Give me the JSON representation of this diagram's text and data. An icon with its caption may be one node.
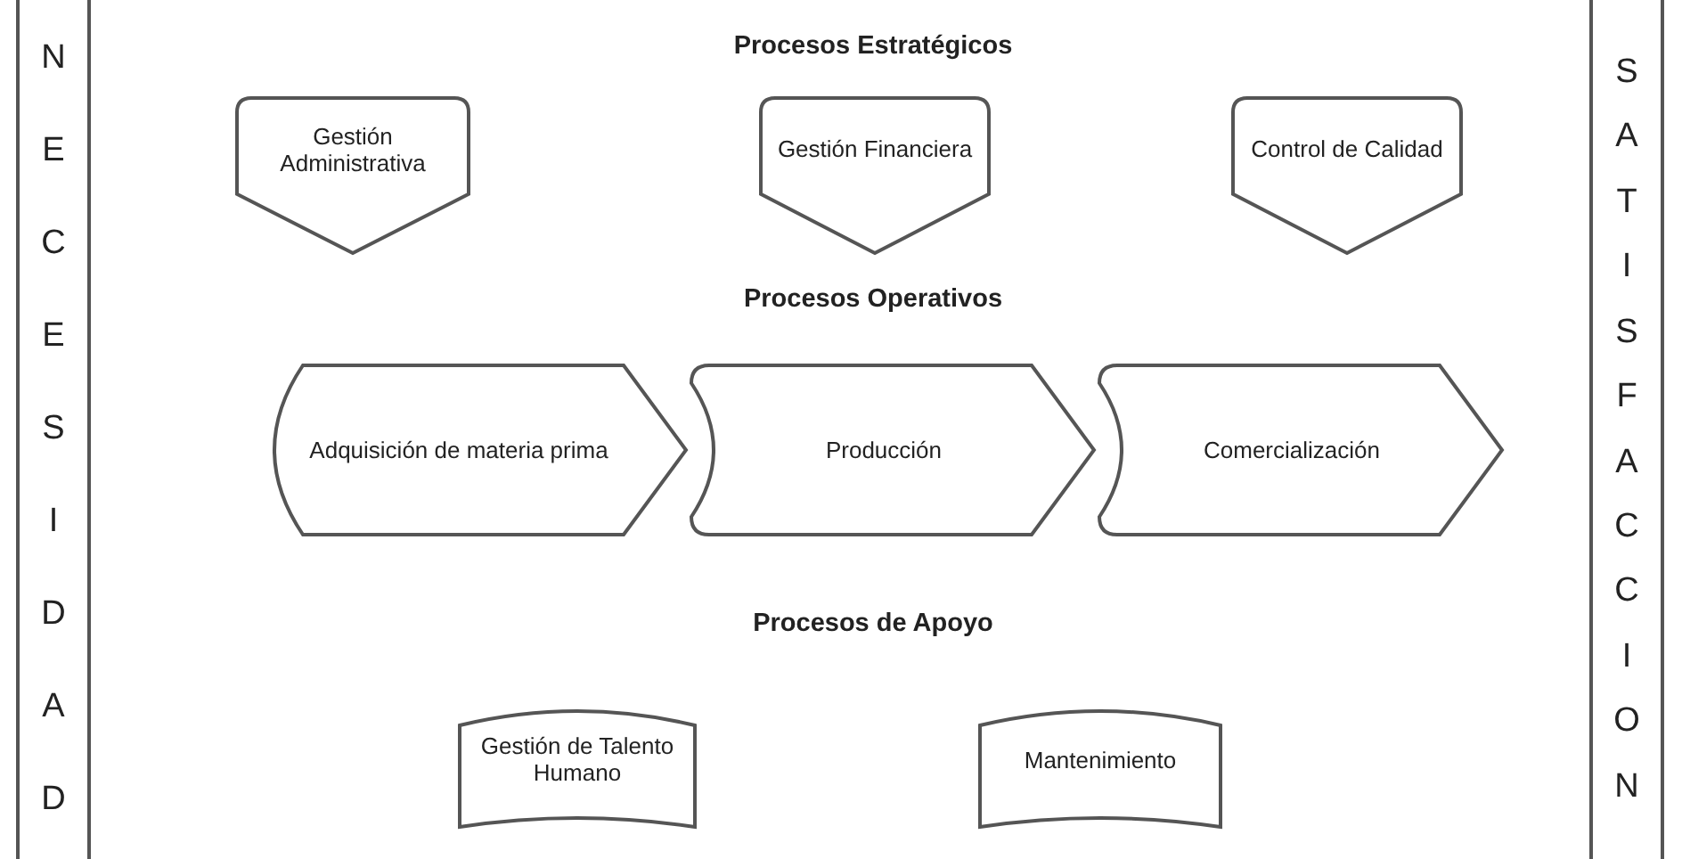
{
  "diagram": {
    "nodes": [
      {
        "text": [
          "NECESIDAD"
        ]
      },
      {
        "text": [
          "SATISFACCION"
        ]
      },
      {
        "text": [
          "Gestión Administrativa"
        ]
      },
      {
        "text": [
          "Gestión Financiera"
        ]
      },
      {
        "text": [
          "Control de Calidad"
        ]
      },
      {
        "text": [
          "Adquisición de materia prima"
        ]
      },
      {
        "text": [
          "Producción"
        ]
      },
      {
        "text": [
          "Comercialización"
        ]
      },
      {
        "text": [
          "Gestión de Talento Humano"
        ]
      },
      {
        "text": [
          "Mantenimiento"
        ]
      }
    ],
    "labels": [
      "Procesos Estratégicos",
      "Procesos Operativos",
      "Procesos de Apoyo"
    ]
  }
}
